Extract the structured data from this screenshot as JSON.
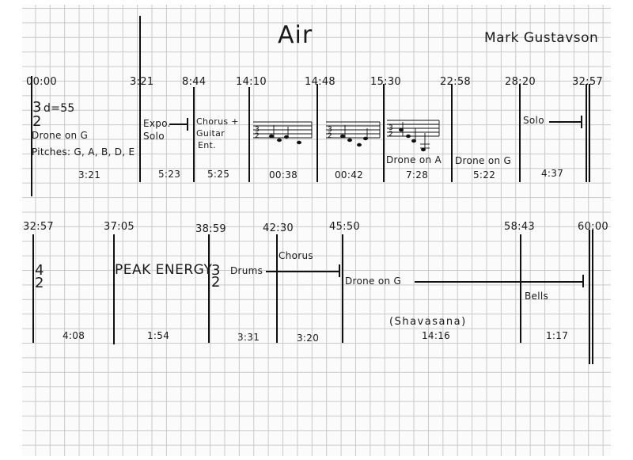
{
  "title": "Air",
  "author": "Mark Gustavson",
  "row1": {
    "times": [
      "00:00",
      "3:21",
      "8:44",
      "14:10",
      "14:48",
      "15:30",
      "22:58",
      "28:20",
      "32:57"
    ],
    "durations": [
      "3:21",
      "5:23",
      "5:25",
      "00:38",
      "00:42",
      "7:28",
      "5:22",
      "4:37"
    ],
    "meter": {
      "top": "3",
      "bottom": "2",
      "tempo": "d=55"
    },
    "drone": "Drone on G",
    "pitches": "Pitches: G, A, B, D, E",
    "expo_line1": "Expo.",
    "expo_line2": "Solo",
    "chorus_line1": "Chorus +",
    "chorus_line2": "Guitar",
    "chorus_line3": "Ent.",
    "drone_a": "Drone on A",
    "drone_g2": "Drone on G",
    "solo": "Solo"
  },
  "row2": {
    "times": [
      "32:57",
      "37:05",
      "38:59",
      "42:30",
      "45:50",
      "58:43",
      "60:00"
    ],
    "durations": [
      "4:08",
      "1:54",
      "3:31",
      "3:20",
      "14:16",
      "1:17"
    ],
    "meter": {
      "top": "4",
      "bottom": "2"
    },
    "peak": "PEAK ENERGY",
    "meter2": {
      "top": "3",
      "bottom": "2"
    },
    "drums": "Drums",
    "chorus": "Chorus",
    "drone": "Drone on G",
    "shavasana": "(Shavasana)",
    "bells": "Bells"
  }
}
